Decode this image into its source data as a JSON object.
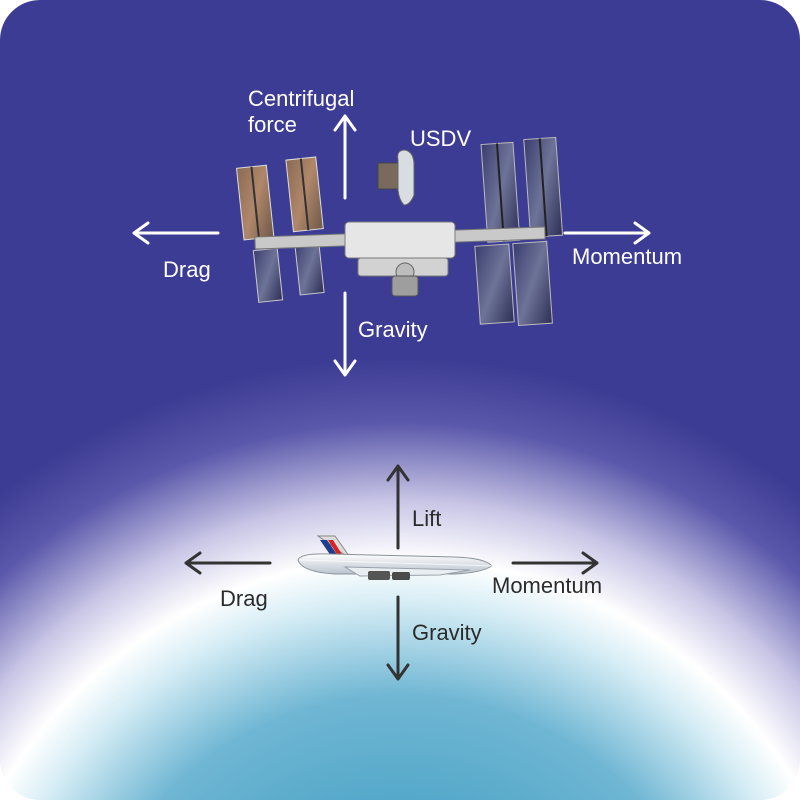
{
  "space": {
    "centrifugal_label": "Centrifugal\nforce",
    "vehicle_label": "USDV",
    "drag_label": "Drag",
    "momentum_label": "Momentum",
    "gravity_label": "Gravity"
  },
  "air": {
    "lift_label": "Lift",
    "drag_label": "Drag",
    "momentum_label": "Momentum",
    "gravity_label": "Gravity"
  },
  "colors": {
    "space_top": "#3c3c94",
    "horizon_glow": "#ffffff",
    "atmosphere_bottom": "#1f8bb8",
    "arrow_light": "#ffffff",
    "arrow_dark": "#333333"
  },
  "icons": [
    "space-station-icon",
    "space-vehicle-icon",
    "airliner-icon"
  ]
}
